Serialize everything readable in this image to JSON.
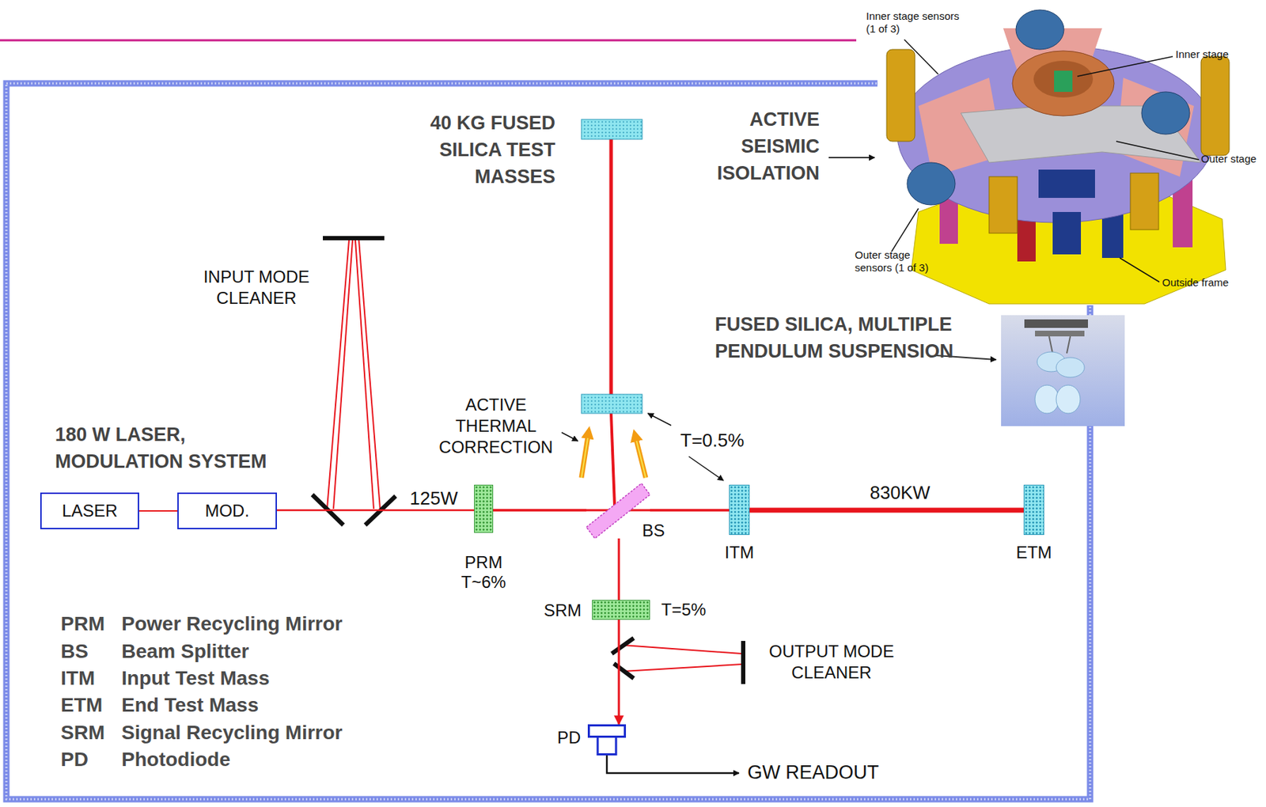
{
  "diagram": {
    "nodes": [
      {
        "text": [
          "LASER"
        ]
      },
      {
        "text": [
          "MOD."
        ]
      },
      {
        "text": [
          "PRM",
          "T~6%"
        ]
      },
      {
        "text": [
          "BS"
        ]
      },
      {
        "text": [
          "ITM"
        ]
      },
      {
        "text": [
          "ETM"
        ]
      },
      {
        "text": [
          "SRM",
          "T=5%"
        ]
      },
      {
        "text": [
          "PD"
        ]
      }
    ],
    "edges": [
      {
        "from": 0,
        "to": 1,
        "arrow": "none"
      },
      {
        "from": 1,
        "to": 2,
        "arrow": "none",
        "label": "125W"
      },
      {
        "from": 2,
        "to": 3,
        "arrow": "none"
      },
      {
        "from": 3,
        "to": 4,
        "arrow": "none"
      },
      {
        "from": 4,
        "to": 5,
        "arrow": "none",
        "label": "830KW"
      },
      {
        "from": 3,
        "to": 6,
        "arrow": "none"
      },
      {
        "from": 6,
        "to": 7,
        "arrow": "to"
      }
    ],
    "labels": [
      "180 W LASER, MODULATION SYSTEM",
      "INPUT MODE CLEANER",
      "40 KG FUSED SILICA TEST MASSES",
      "ACTIVE THERMAL CORRECTION",
      "T=0.5%",
      "ACTIVE SEISMIC ISOLATION",
      "Inner stage sensors (1 of 3)",
      "Inner stage",
      "Outer stage",
      "Outer stage sensors (1 of 3)",
      "Outside frame",
      "FUSED SILICA, MULTIPLE PENDULUM SUSPENSION",
      "OUTPUT MODE CLEANER",
      "GW READOUT",
      "PRM",
      "Power Recycling Mirror",
      "BS",
      "Beam Splitter",
      "ITM",
      "Input Test Mass",
      "ETM",
      "End Test Mass",
      "SRM",
      "Signal Recycling Mirror",
      "PD",
      "Photodiode"
    ]
  }
}
